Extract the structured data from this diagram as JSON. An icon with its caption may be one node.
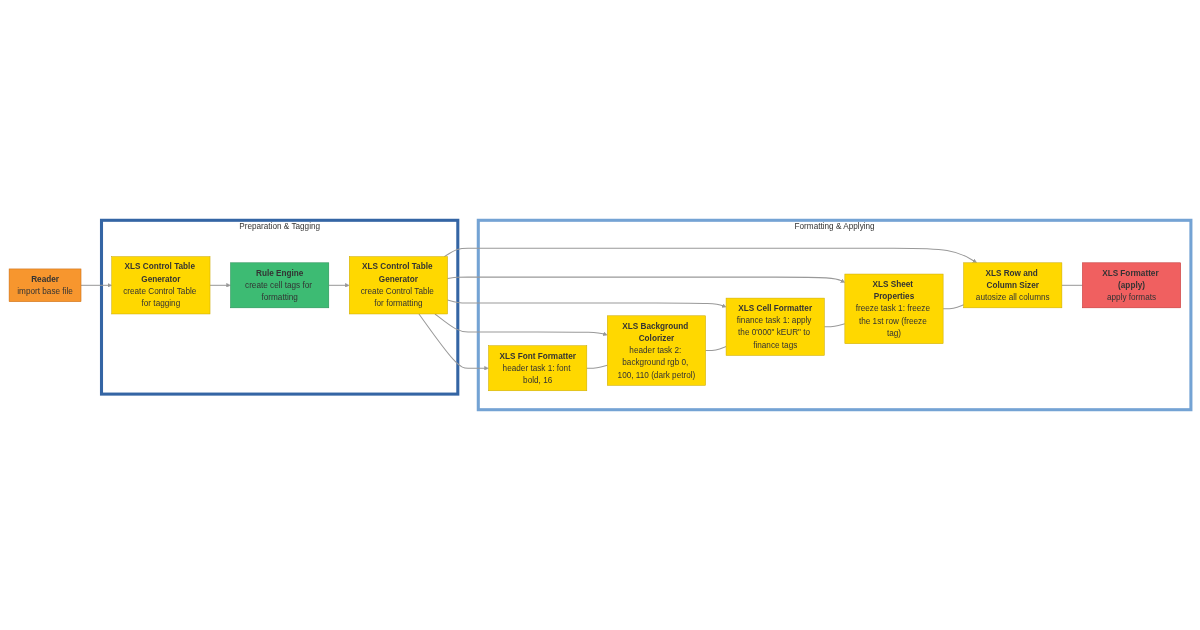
{
  "diagram": {
    "nodes": [
      {
        "text": [
          "Reader",
          "import base file"
        ]
      },
      {
        "text": [
          "Preparation & Tagging"
        ]
      },
      {
        "text": [
          "XLS Control Table Generator",
          "create Control Table for tagging"
        ],
        "in": 1
      },
      {
        "text": [
          "Rule Engine",
          "create cell tags for formatting"
        ],
        "in": 1
      },
      {
        "text": [
          "XLS Control Table Generator",
          "create Control Table for formatting"
        ],
        "in": 1
      },
      {
        "text": [
          "Formatting & Applying"
        ]
      },
      {
        "text": [
          "XLS Font Formatter",
          "header task 1: font bold, 16"
        ],
        "in": 5
      },
      {
        "text": [
          "XLS Background Colorizer",
          "header task 2: background rgb 0, 100, 110 (dark petrol)"
        ],
        "in": 5
      },
      {
        "text": [
          "XLS Cell Formatter",
          "finance task 1: apply the 0'000\" kEUR\" to finance tags"
        ],
        "in": 5
      },
      {
        "text": [
          "XLS Sheet Properties",
          "freeze task 1: freeze the 1st row (freeze tag)"
        ],
        "in": 5
      },
      {
        "text": [
          "XLS Row and Column Sizer",
          "autosize all columns"
        ],
        "in": 5
      },
      {
        "text": [
          "XLS Formatter (apply)",
          "apply formats"
        ],
        "in": 5
      }
    ],
    "edges": [
      {
        "from": 0,
        "to": 2,
        "arrow": "to"
      },
      {
        "from": 2,
        "to": 3,
        "arrow": "to"
      },
      {
        "from": 3,
        "to": 4,
        "arrow": "to"
      },
      {
        "from": 4,
        "to": 6,
        "arrow": "to"
      },
      {
        "from": 4,
        "to": 7,
        "arrow": "to"
      },
      {
        "from": 4,
        "to": 8,
        "arrow": "to"
      },
      {
        "from": 4,
        "to": 9,
        "arrow": "to"
      },
      {
        "from": 4,
        "to": 10,
        "arrow": "to"
      },
      {
        "from": 6,
        "to": 7,
        "arrow": "none"
      },
      {
        "from": 7,
        "to": 8,
        "arrow": "none"
      },
      {
        "from": 8,
        "to": 9,
        "arrow": "none"
      },
      {
        "from": 9,
        "to": 10,
        "arrow": "none"
      },
      {
        "from": 10,
        "to": 11,
        "arrow": "none"
      }
    ]
  }
}
